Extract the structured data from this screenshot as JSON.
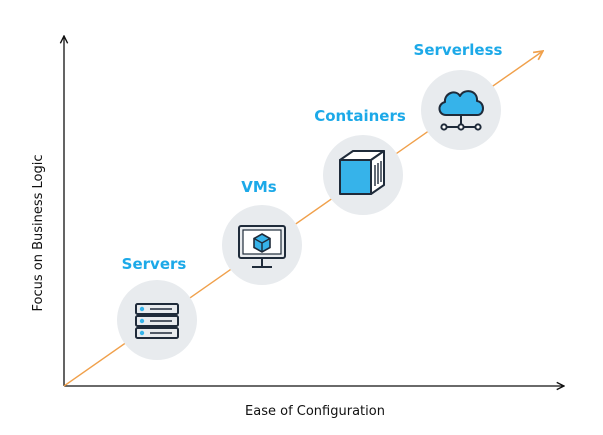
{
  "axes": {
    "x_label": "Ease of Configuration",
    "y_label": "Focus on Business Logic"
  },
  "stages": [
    {
      "label": "Servers",
      "icon": "server-rack-icon"
    },
    {
      "label": "VMs",
      "icon": "monitor-cube-icon"
    },
    {
      "label": "Containers",
      "icon": "container-box-icon"
    },
    {
      "label": "Serverless",
      "icon": "cloud-network-icon"
    }
  ],
  "colors": {
    "label": "#1ca9e8",
    "trend": "#f0a04b",
    "circle": "#e8ebee",
    "icon_stroke": "#1f2b3a",
    "icon_fill": "#36b3ea",
    "axis": "#111111"
  }
}
